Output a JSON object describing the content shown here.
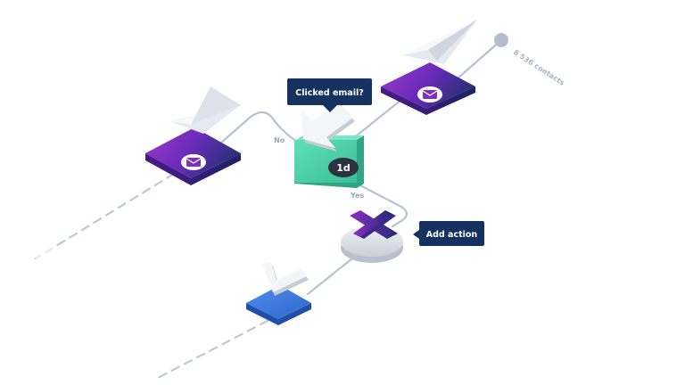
{
  "contacts_label": "8 536 contacts",
  "tooltips": {
    "clicked_email": "Clicked email?",
    "add_action": "Add action"
  },
  "branches": {
    "no": "No",
    "yes": "Yes"
  },
  "delay_badge": "1d",
  "colors": {
    "path": "#b7c2d0",
    "email_node": "#7e2fc0",
    "condition_node": "#4fcfa8",
    "add_node": "#cfd5dd",
    "end_node": "#3a78d8",
    "tooltip_bg": "#14315f"
  },
  "icons": [
    "paper-plane-icon",
    "envelope-icon",
    "arrow-icon",
    "plus-icon",
    "check-icon",
    "start-dot-icon"
  ]
}
